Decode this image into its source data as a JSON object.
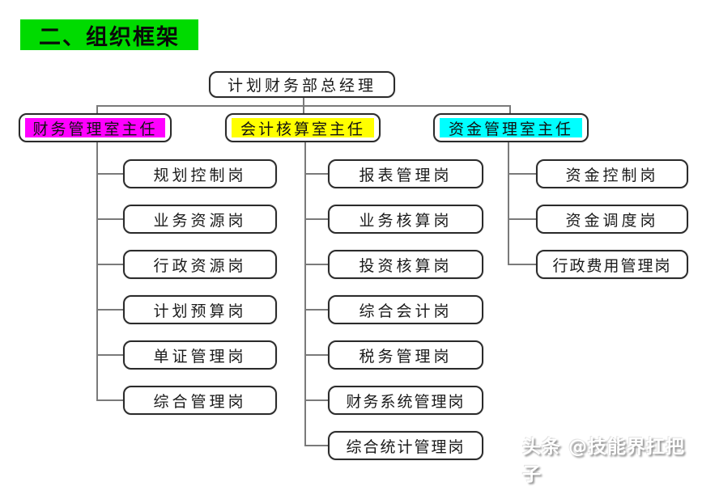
{
  "page": {
    "title": "二、组织框架",
    "title_bg": "#00DB00",
    "watermark": "头条 @技能界扛把子",
    "connector_color": "#7a7a7a",
    "box_border_color": "#2b2b2b"
  },
  "org": {
    "root": {
      "label": "计划财务部总经理"
    },
    "branches": [
      {
        "label": "财务管理室主任",
        "highlight": "#FF00FF",
        "children": [
          "规划控制岗",
          "业务资源岗",
          "行政资源岗",
          "计划预算岗",
          "单证管理岗",
          "综合管理岗"
        ]
      },
      {
        "label": "会计核算室主任",
        "highlight": "#FFFF00",
        "children": [
          "报表管理岗",
          "业务核算岗",
          "投资核算岗",
          "综合会计岗",
          "税务管理岗",
          "财务系统管理岗",
          "综合统计管理岗"
        ]
      },
      {
        "label": "资金管理室主任",
        "highlight": "#00FFFF",
        "children": [
          "资金控制岗",
          "资金调度岗",
          "行政费用管理岗"
        ]
      }
    ]
  }
}
